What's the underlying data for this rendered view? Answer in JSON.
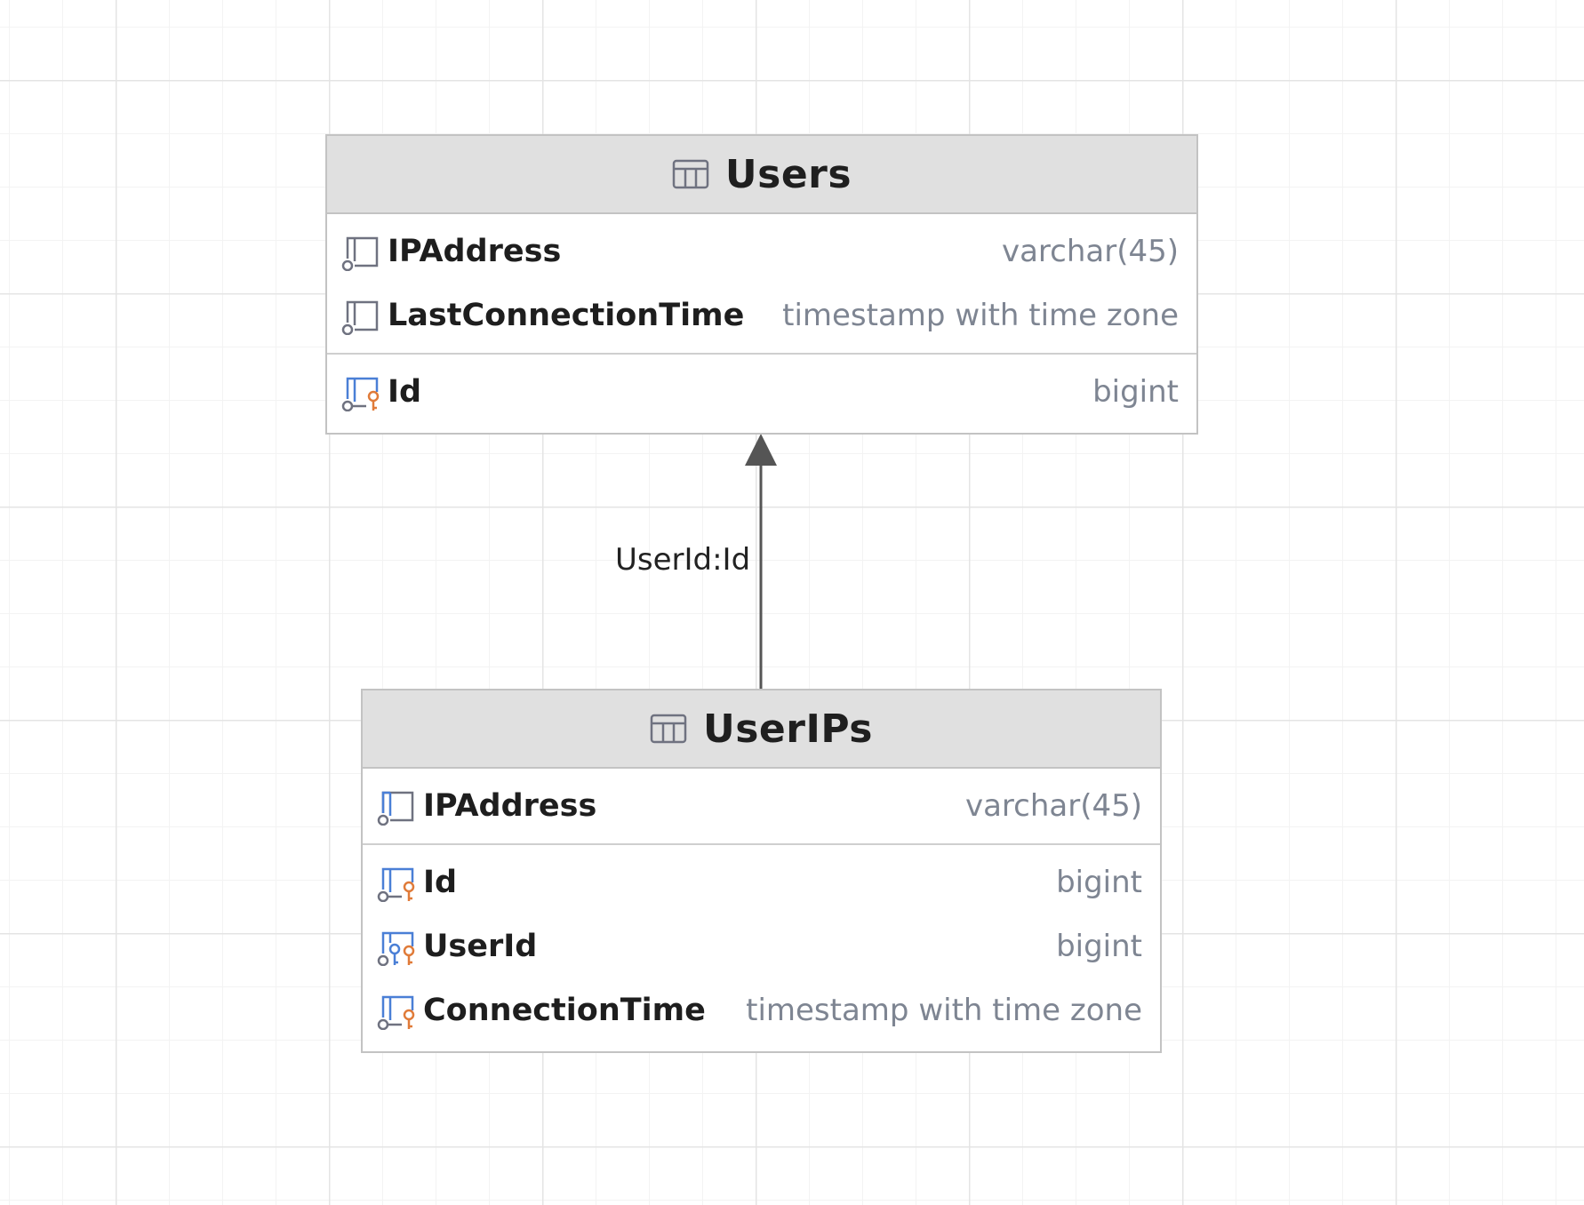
{
  "diagram": {
    "tables": [
      {
        "name": "Users",
        "sections": [
          [
            {
              "name": "IPAddress",
              "type": "varchar(45)",
              "icon": "column-icon"
            },
            {
              "name": "LastConnectionTime",
              "type": "timestamp with time zone",
              "icon": "column-icon"
            }
          ],
          [
            {
              "name": "Id",
              "type": "bigint",
              "icon": "primary-key-column-icon"
            }
          ]
        ]
      },
      {
        "name": "UserIPs",
        "sections": [
          [
            {
              "name": "IPAddress",
              "type": "varchar(45)",
              "icon": "column-index-icon"
            }
          ],
          [
            {
              "name": "Id",
              "type": "bigint",
              "icon": "primary-key-column-icon"
            },
            {
              "name": "UserId",
              "type": "bigint",
              "icon": "foreign-primary-key-column-icon"
            },
            {
              "name": "ConnectionTime",
              "type": "timestamp with time zone",
              "icon": "primary-key-column-icon"
            }
          ]
        ]
      }
    ],
    "relationships": [
      {
        "label": "UserId:Id",
        "from": "UserIPs",
        "to": "Users"
      }
    ],
    "colors": {
      "header_bg": "#e0e0e0",
      "border": "#c3c3c3",
      "column_name": "#1e1e1e",
      "column_type": "#7e8592",
      "key_orange": "#e07b39",
      "index_blue": "#4a7fd6",
      "connector": "#555555"
    }
  }
}
